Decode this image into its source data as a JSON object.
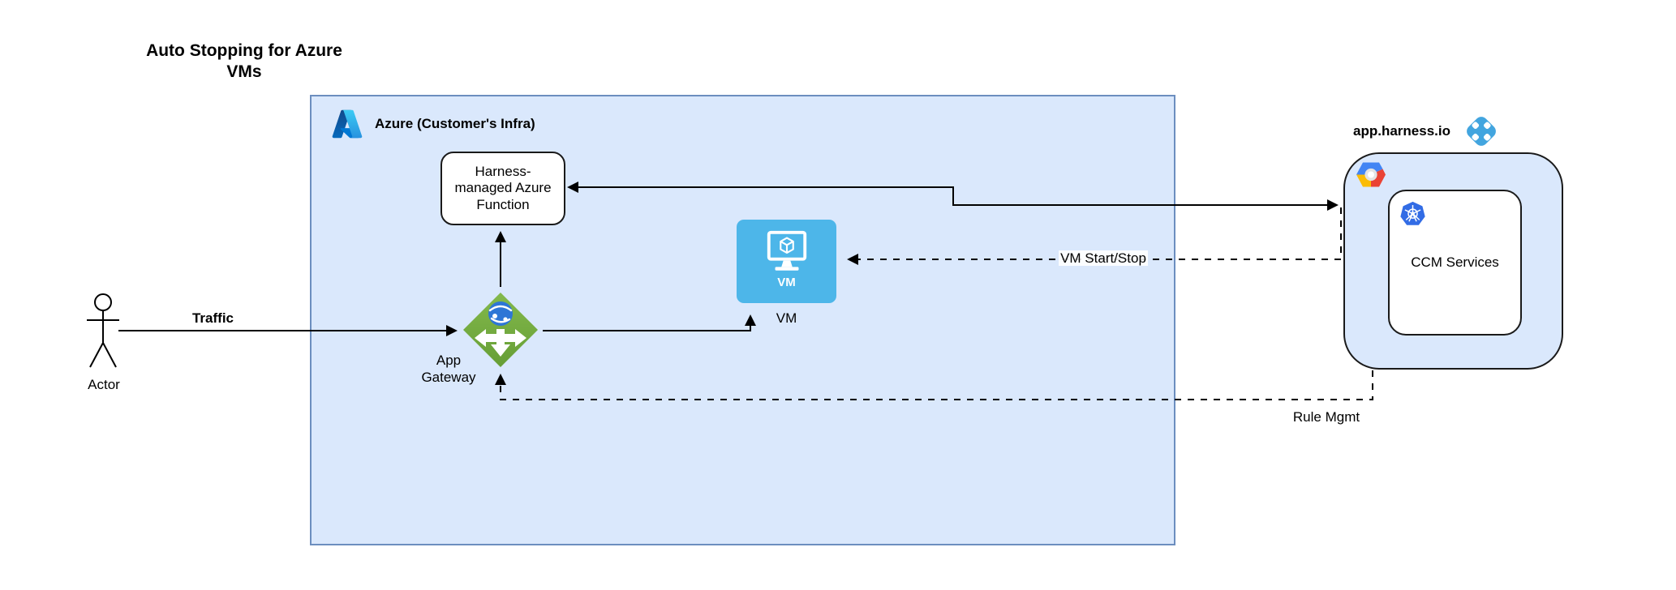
{
  "diagram": {
    "title": "Auto Stopping for Azure\nVMs",
    "azure_group": {
      "label": "Azure (Customer's Infra)"
    },
    "harness_group": {
      "label": "app.harness.io",
      "ccm_label": "CCM Services"
    },
    "nodes": {
      "function": {
        "label": "Harness-\nmanaged Azure\nFunction"
      },
      "vm": {
        "icon_text": "VM",
        "label": "VM"
      },
      "gateway": {
        "label": "App\nGateway"
      },
      "actor": {
        "label": "Actor"
      }
    },
    "edges": {
      "traffic": {
        "label": "Traffic",
        "style": "solid"
      },
      "vm_start_stop": {
        "label": "VM Start/Stop",
        "style": "dashed"
      },
      "rule_mgmt": {
        "label": "Rule Mgmt",
        "style": "dashed"
      }
    },
    "icons": [
      "azure-logo-icon",
      "harness-logo-icon",
      "gcp-logo-icon",
      "kubernetes-icon",
      "vm-monitor-icon",
      "app-gateway-icon",
      "actor-figure"
    ],
    "colors": {
      "group_fill": "#dae8fc",
      "azure_group_stroke": "#6c8ebf",
      "vm_fill": "#4db6e9",
      "gateway_green": "#72aa3f",
      "kubernetes_blue": "#326ce5",
      "harness_blue": "#42a5df",
      "line_color": "#000000"
    }
  }
}
